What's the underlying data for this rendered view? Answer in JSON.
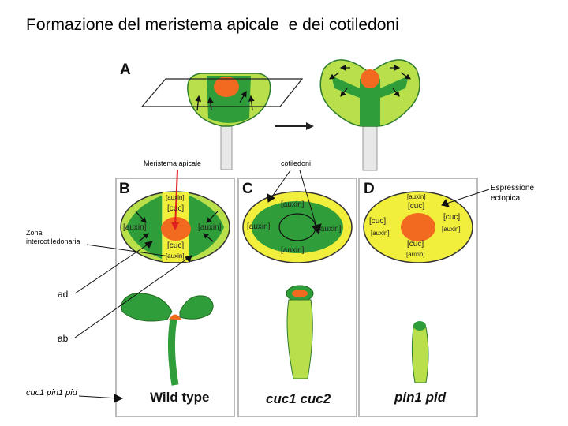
{
  "title": "Formazione del meristema apicale  e dei cotiledoni",
  "labels": {
    "meristema": "Meristema apicale",
    "cotiledoni": "cotiledoni",
    "espressione_line1": "Espressione",
    "espressione_line2": "ectopica",
    "zona_line1": "Zona",
    "zona_line2": "intercotiledonaria",
    "ad": "ad",
    "ab": "ab",
    "genotype_left": "cuc1 pin1 pid"
  },
  "panels": {
    "A": "A",
    "B": "B",
    "C": "C",
    "D": "D"
  },
  "panel_b": {
    "auxin_top": "[auxin]",
    "cuc_top": "[cuc]",
    "auxin_left": "[auxin]",
    "auxin_right": "[auxin]",
    "cuc_bottom": "[cuc]",
    "auxin_bottom": "[auxin]"
  },
  "panel_c": {
    "auxin_top": "[auxin]",
    "auxin_left": "[auxin]",
    "auxin_right": "[auxin]",
    "auxin_bottom": "[auxin]"
  },
  "panel_d": {
    "auxin_top": "[auxin]",
    "cuc_top": "[cuc]",
    "cuc_left": "[cuc]",
    "auxin_left": "[auxin]",
    "cuc_right": "[cuc]",
    "auxin_right": "[auxin]",
    "cuc_bottom": "[cuc]",
    "auxin_bottom": "[auxin]"
  },
  "captions": {
    "wild_type": "Wild type",
    "cuc1_cuc2": "cuc1 cuc2",
    "pin1_pid": "pin1 pid"
  },
  "colors": {
    "dark_green": "#2f9e3a",
    "light_green": "#b9e04a",
    "yellow": "#f2ee3c",
    "orange": "#f26a1f",
    "red_line": "#e02020"
  }
}
